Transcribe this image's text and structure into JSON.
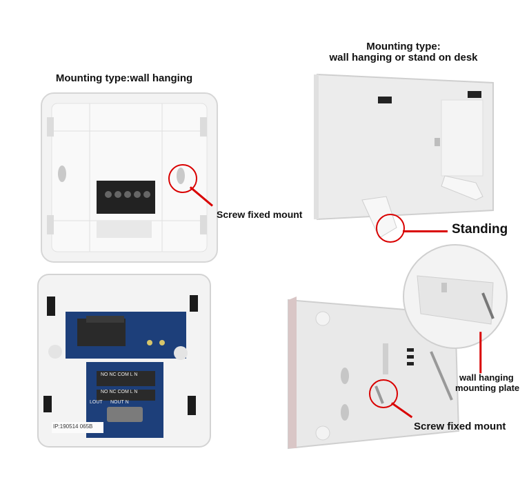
{
  "captions": {
    "top_left_title": "Mounting type:wall hanging",
    "top_right_title_line1": "Mounting type:",
    "top_right_title_line2": "wall hanging or stand on desk",
    "screw_fixed_mount_1": "Screw fixed mount",
    "standing": "Standing",
    "wall_hanging_plate_line1": "wall hanging",
    "wall_hanging_plate_line2": "mounting plate",
    "screw_fixed_mount_2": "Screw fixed mount"
  },
  "terminal_labels": {
    "row1": "NO  NC  COM  L    N",
    "row2": "NO  NC  COM  L    N",
    "lout": "LOUT",
    "nout": "NOUT  N",
    "serial": "IP:190514 065B"
  },
  "colors": {
    "accent": "#d90000",
    "device_white": "#f4f4f4",
    "pcb_blue": "#1d3f7a",
    "terminal_black": "#222222"
  }
}
